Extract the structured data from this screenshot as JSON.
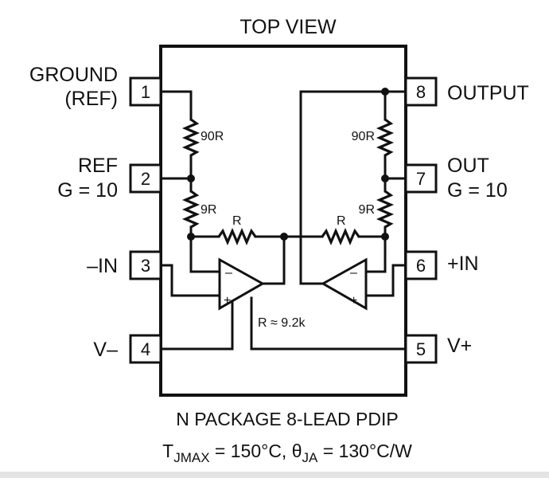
{
  "title": "TOP VIEW",
  "pins": [
    {
      "num": "1",
      "label_lines": [
        "GROUND",
        "(REF)"
      ],
      "side": "left"
    },
    {
      "num": "2",
      "label_lines": [
        "REF",
        "G = 10"
      ],
      "side": "left"
    },
    {
      "num": "3",
      "label_lines": [
        "–IN"
      ],
      "side": "left"
    },
    {
      "num": "4",
      "label_lines": [
        "V–"
      ],
      "side": "left"
    },
    {
      "num": "5",
      "label_lines": [
        "V+"
      ],
      "side": "right"
    },
    {
      "num": "6",
      "label_lines": [
        "+IN"
      ],
      "side": "right"
    },
    {
      "num": "7",
      "label_lines": [
        "OUT",
        "G = 10"
      ],
      "side": "right"
    },
    {
      "num": "8",
      "label_lines": [
        "OUTPUT"
      ],
      "side": "right"
    }
  ],
  "resistors": {
    "left_top": "90R",
    "left_bottom": "9R",
    "left_series": "R",
    "right_series": "R",
    "right_top": "90R",
    "right_bottom": "9R"
  },
  "amp_signs": {
    "minus": "–",
    "plus": "+"
  },
  "note": "R ≈ 9.2k",
  "footer": {
    "line1": "N PACKAGE 8-LEAD PDIP",
    "t_main": "T",
    "t_sub": "JMAX",
    "t_eq": " = 150°C, ",
    "theta": "θ",
    "theta_sub": "JA",
    "theta_eq": " = 130°C/W"
  }
}
